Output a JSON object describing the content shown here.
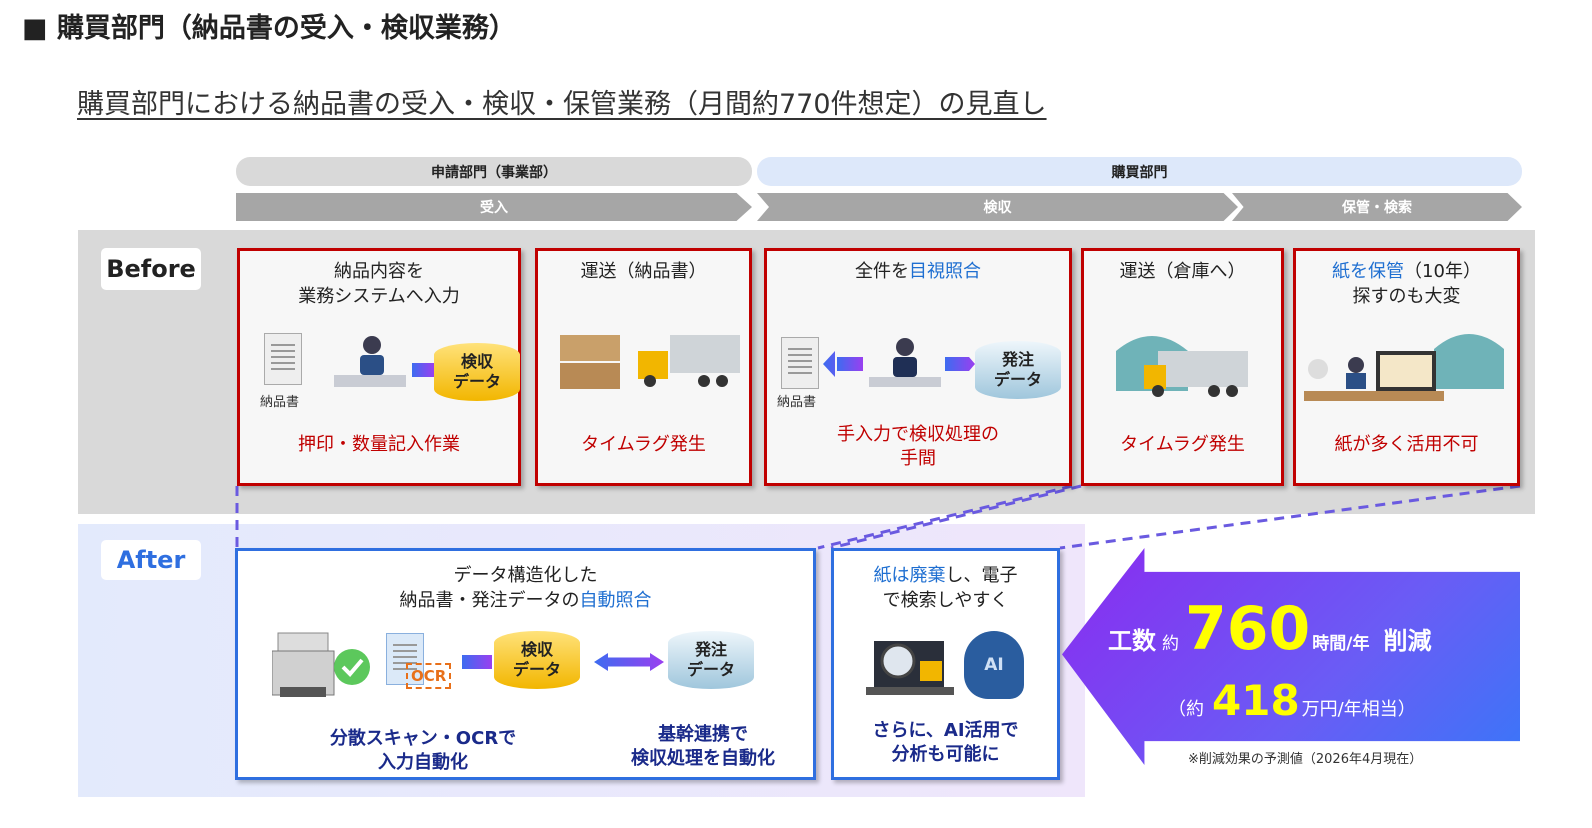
{
  "title": "■ 購買部門（納品書の受入・検収業務）",
  "subtitle": "購買部門における納品書の受入・検収・保管業務（月間約770件想定）の見直し",
  "header": {
    "dept_left": "申請部門（事業部）",
    "dept_right": "購買部門",
    "steps": [
      "受入",
      "検収",
      "保管・検索"
    ]
  },
  "before": {
    "label": "Before",
    "cards": [
      {
        "head": "納品内容を\n業務システムへ入力",
        "foot": "押印・数量記入作業",
        "doc_label": "納品書",
        "cyl": "検収\nデータ"
      },
      {
        "head": "運送（納品書）",
        "foot": "タイムラグ発生"
      },
      {
        "head_pre": "全件を",
        "head_hl": "目視照合",
        "foot": "手入力で検収処理の\n手間",
        "doc_label": "納品書",
        "cyl": "発注\nデータ"
      },
      {
        "head": "運送（倉庫へ）",
        "foot": "タイムラグ発生"
      },
      {
        "head_hl": "紙を保管",
        "head_post": "（10年）",
        "head2": "探すのも大変",
        "foot": "紙が多く活用不可"
      }
    ]
  },
  "after": {
    "label": "After",
    "box1": {
      "head1": "データ構造化した",
      "head2_pre": "納品書・発注データの",
      "head2_hl": "自動照合",
      "ocr": "OCR",
      "cyl1": "検収\nデータ",
      "cyl2": "発注\nデータ",
      "foot1": "分散スキャン・OCRで\n入力自動化",
      "foot2": "基幹連携で\n検収処理を自動化"
    },
    "box2": {
      "head_hl": "紙は廃棄",
      "head_post": "し、電子",
      "head2": "で検索しやすく",
      "ai": "AI",
      "foot": "さらに、AI活用で\n分析も可能に"
    }
  },
  "result": {
    "l1a": "工数",
    "l1b": "約",
    "hours": "760",
    "l1c": "時間/年",
    "l1d": "削減",
    "l2a": "（約",
    "yen": "418",
    "l2b": "万円/年相当）",
    "note": "※削減効果の予測値（2026年4月現在）"
  },
  "colors": {
    "red": "#c00000",
    "blue": "#2f6fe0",
    "yellow": "#ffff00",
    "purple": "#8a2be2"
  }
}
